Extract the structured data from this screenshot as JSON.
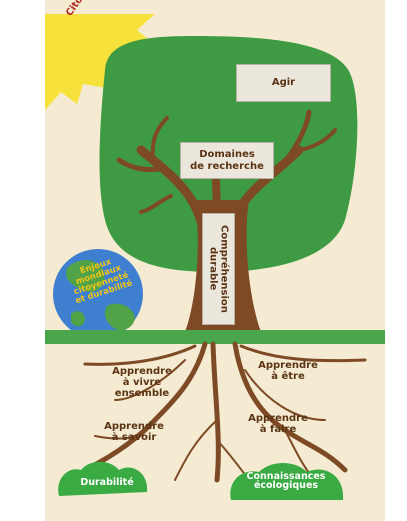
{
  "sun_label": "Citoyenneté",
  "earth_label": [
    "Enjeux",
    "mondiaux",
    "citoyenneté",
    "et durabilité"
  ],
  "canopy_box": "Agir",
  "branch_box": [
    "Domaines",
    "de recherche"
  ],
  "trunk_box": [
    "Compréhension",
    "durable"
  ],
  "roots": {
    "vivre": [
      "Apprendre",
      "à vivre",
      "ensemble"
    ],
    "etre": [
      "Apprendre",
      "à être"
    ],
    "savoir": [
      "Apprendre",
      "à savoir"
    ],
    "faire": [
      "Apprendre",
      "à faire"
    ]
  },
  "ground_labels": {
    "left": "Durabilité",
    "right": [
      "Connaissances",
      "écologiques"
    ]
  },
  "colors": {
    "background": "#f4ebd2",
    "canopy": "#3e9b43",
    "trunk": "#7d4a25",
    "sun": "#f6e23a",
    "earth_water": "#3f7fd0",
    "earth_land": "#52a347",
    "text": "#5a3414"
  }
}
